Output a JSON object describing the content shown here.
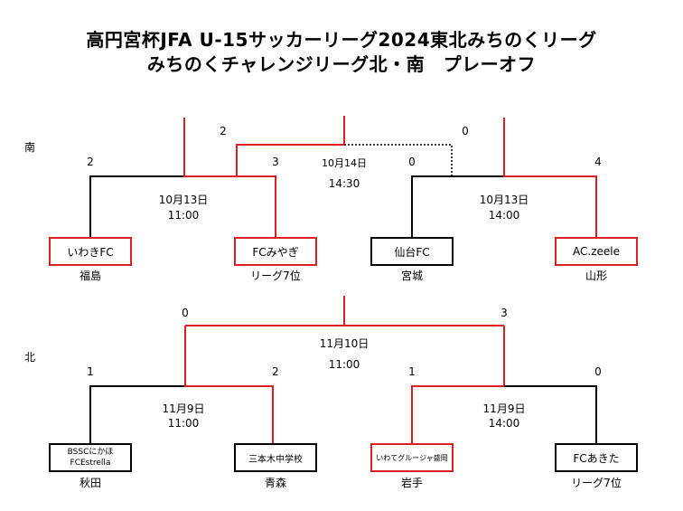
{
  "title_line1": "高円宮杯JFA U-15サッカーリーグ2024東北みちのくリーグ",
  "title_line2": "みちのくチャレンジリーグ北・南　プレーオフ",
  "south": {
    "label": "南",
    "final": {
      "date": "10月14日",
      "time": "14:30",
      "score_left": "2",
      "score_right": "0"
    },
    "semi_left": {
      "date": "10月13日",
      "time": "11:00",
      "score_left": "2",
      "score_right": "3"
    },
    "semi_right": {
      "date": "10月13日",
      "time": "14:00",
      "score_left": "0",
      "score_right": "4"
    },
    "teams": [
      {
        "name": "いわきFC",
        "pref": "福島"
      },
      {
        "name": "FCみやぎ",
        "pref": "リーグ7位"
      },
      {
        "name": "仙台FC",
        "pref": "宮城"
      },
      {
        "name": "AC.zeele",
        "pref": "山形"
      }
    ]
  },
  "north": {
    "label": "北",
    "final": {
      "date": "11月10日",
      "time": "11:00",
      "score_left": "0",
      "score_right": "3"
    },
    "semi_left": {
      "date": "11月9日",
      "time": "11:00",
      "score_left": "1",
      "score_right": "2"
    },
    "semi_right": {
      "date": "11月9日",
      "time": "14:00",
      "score_left": "1",
      "score_right": "0"
    },
    "teams": [
      {
        "name_line1": "BSSCにかほ",
        "name_line2": "FCEstrella",
        "pref": "秋田"
      },
      {
        "name": "三本木中学校",
        "pref": "青森"
      },
      {
        "name": "いわてグルージャ盛岡",
        "pref": "岩手"
      },
      {
        "name": "FCあきた",
        "pref": "リーグ7位"
      }
    ]
  },
  "colors": {
    "winner_line": "#e02020",
    "loser_line": "#000000"
  }
}
